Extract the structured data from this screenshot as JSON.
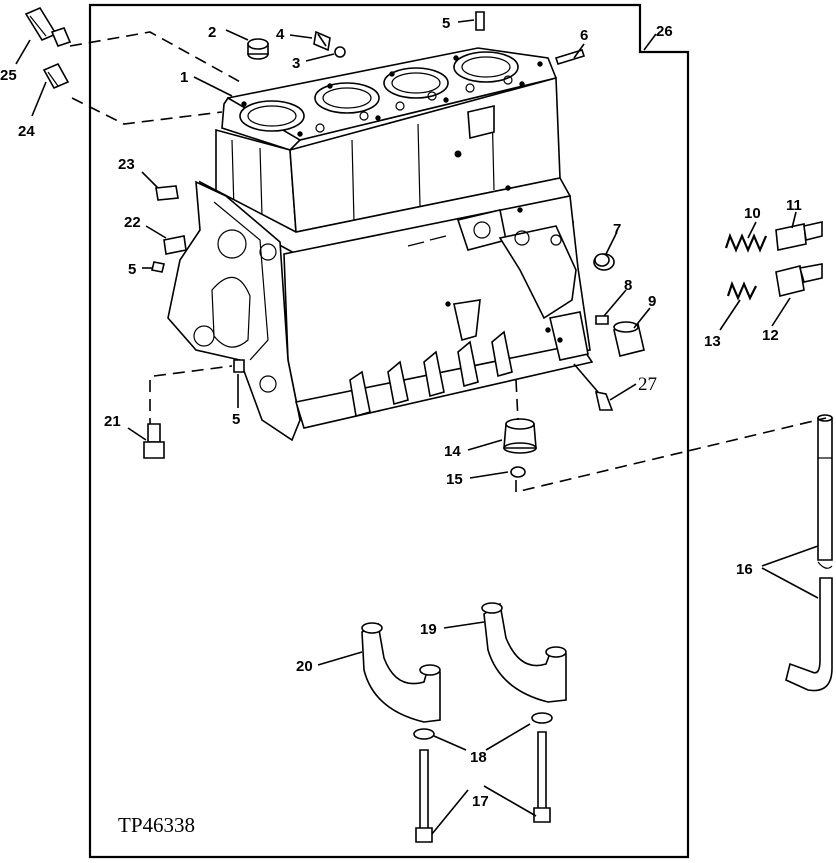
{
  "diagram": {
    "figure_id": "TP46338",
    "callouts": [
      {
        "id": "c1",
        "text": "1"
      },
      {
        "id": "c2",
        "text": "2"
      },
      {
        "id": "c3",
        "text": "3"
      },
      {
        "id": "c4",
        "text": "4"
      },
      {
        "id": "c5a",
        "text": "5"
      },
      {
        "id": "c5b",
        "text": "5"
      },
      {
        "id": "c5c",
        "text": "5"
      },
      {
        "id": "c6",
        "text": "6"
      },
      {
        "id": "c7",
        "text": "7"
      },
      {
        "id": "c8",
        "text": "8"
      },
      {
        "id": "c9",
        "text": "9"
      },
      {
        "id": "c10",
        "text": "10"
      },
      {
        "id": "c11",
        "text": "11"
      },
      {
        "id": "c12",
        "text": "12"
      },
      {
        "id": "c13",
        "text": "13"
      },
      {
        "id": "c14",
        "text": "14"
      },
      {
        "id": "c15",
        "text": "15"
      },
      {
        "id": "c16",
        "text": "16"
      },
      {
        "id": "c17",
        "text": "17"
      },
      {
        "id": "c18",
        "text": "18"
      },
      {
        "id": "c19",
        "text": "19"
      },
      {
        "id": "c20",
        "text": "20"
      },
      {
        "id": "c21",
        "text": "21"
      },
      {
        "id": "c22",
        "text": "22"
      },
      {
        "id": "c23",
        "text": "23"
      },
      {
        "id": "c24",
        "text": "24"
      },
      {
        "id": "c25",
        "text": "25"
      },
      {
        "id": "c26",
        "text": "26"
      },
      {
        "id": "c27",
        "text": "27"
      }
    ]
  }
}
